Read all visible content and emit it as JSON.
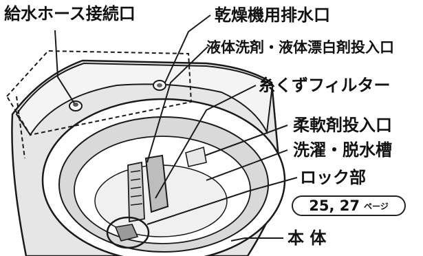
{
  "labels": {
    "water_hose_inlet": "給水ホース接続口",
    "dryer_drain_outlet": "乾燥機用排水口",
    "liquid_detergent_bleach_inlet": "液体洗剤・液体漂白剤投入口",
    "lint_filter": "糸くずフィルター",
    "softener_inlet": "柔軟剤投入口",
    "wash_spin_tub": "洗濯・脱水槽",
    "lock_part": "ロック部",
    "lock_pages": "25, 27",
    "pages_word": "ページ",
    "body": "本 体"
  },
  "colors": {
    "line": "#1a1a1a",
    "tub_shade": "#d9d9d9",
    "body_shade": "#e6e6e6"
  }
}
